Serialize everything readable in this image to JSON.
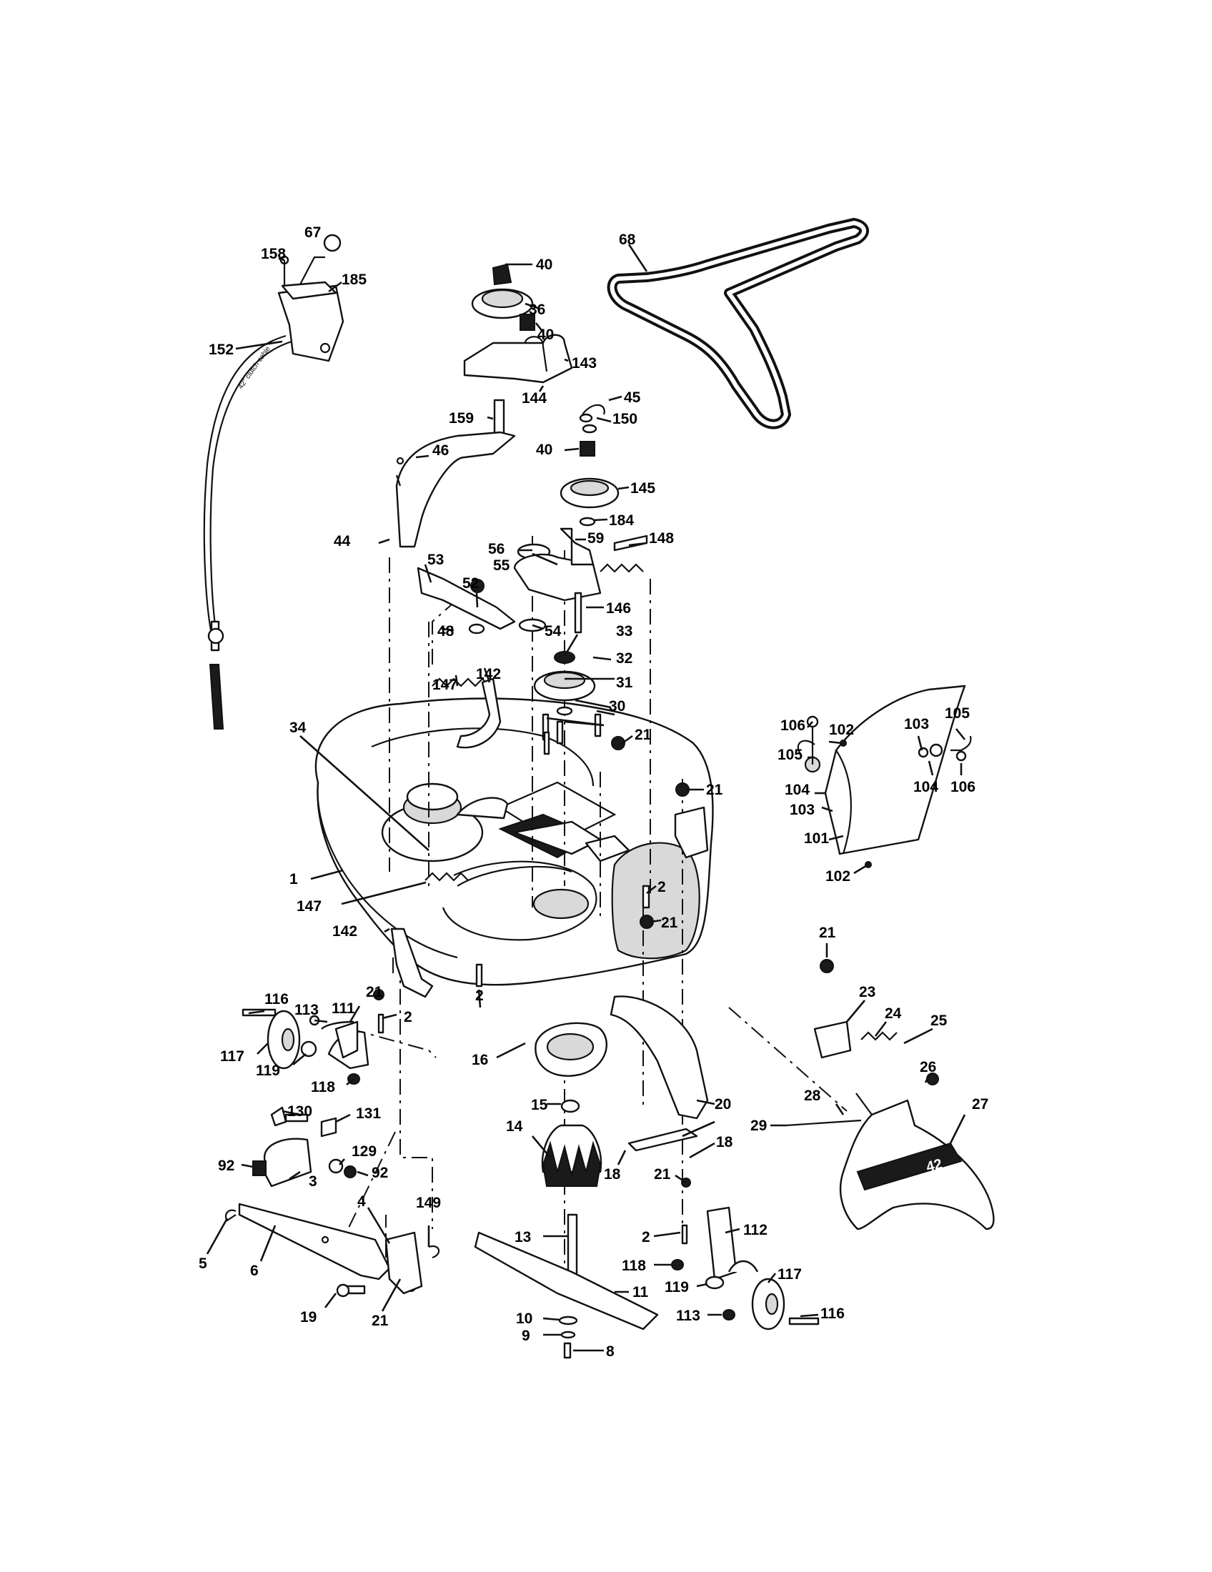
{
  "callouts": [
    {
      "label": "67"
    },
    {
      "label": "158"
    },
    {
      "label": "185"
    },
    {
      "label": "152"
    },
    {
      "label": "40"
    },
    {
      "label": "36"
    },
    {
      "label": "40"
    },
    {
      "label": "143"
    },
    {
      "label": "144"
    },
    {
      "label": "159"
    },
    {
      "label": "68"
    },
    {
      "label": "45"
    },
    {
      "label": "150"
    },
    {
      "label": "40"
    },
    {
      "label": "145"
    },
    {
      "label": "184"
    },
    {
      "label": "46"
    },
    {
      "label": "44"
    },
    {
      "label": "56"
    },
    {
      "label": "59"
    },
    {
      "label": "148"
    },
    {
      "label": "55"
    },
    {
      "label": "146"
    },
    {
      "label": "53"
    },
    {
      "label": "52"
    },
    {
      "label": "48"
    },
    {
      "label": "54"
    },
    {
      "label": "33"
    },
    {
      "label": "32"
    },
    {
      "label": "31"
    },
    {
      "label": "30"
    },
    {
      "label": "147"
    },
    {
      "label": "142"
    },
    {
      "label": "34"
    },
    {
      "label": "21"
    },
    {
      "label": "21"
    },
    {
      "label": "106"
    },
    {
      "label": "102"
    },
    {
      "label": "103"
    },
    {
      "label": "105"
    },
    {
      "label": "105"
    },
    {
      "label": "104"
    },
    {
      "label": "103"
    },
    {
      "label": "104"
    },
    {
      "label": "106"
    },
    {
      "label": "101"
    },
    {
      "label": "102"
    },
    {
      "label": "1"
    },
    {
      "label": "147"
    },
    {
      "label": "2"
    },
    {
      "label": "21"
    },
    {
      "label": "142"
    },
    {
      "label": "21"
    },
    {
      "label": "23"
    },
    {
      "label": "24"
    },
    {
      "label": "25"
    },
    {
      "label": "116"
    },
    {
      "label": "113"
    },
    {
      "label": "111"
    },
    {
      "label": "21"
    },
    {
      "label": "2"
    },
    {
      "label": "117"
    },
    {
      "label": "119"
    },
    {
      "label": "118"
    },
    {
      "label": "2"
    },
    {
      "label": "16"
    },
    {
      "label": "15"
    },
    {
      "label": "14"
    },
    {
      "label": "26"
    },
    {
      "label": "28"
    },
    {
      "label": "27"
    },
    {
      "label": "29"
    },
    {
      "label": "20"
    },
    {
      "label": "18"
    },
    {
      "label": "18"
    },
    {
      "label": "21"
    },
    {
      "label": "130"
    },
    {
      "label": "131"
    },
    {
      "label": "129"
    },
    {
      "label": "92"
    },
    {
      "label": "92"
    },
    {
      "label": "3"
    },
    {
      "label": "4"
    },
    {
      "label": "149"
    },
    {
      "label": "5"
    },
    {
      "label": "6"
    },
    {
      "label": "19"
    },
    {
      "label": "21"
    },
    {
      "label": "13"
    },
    {
      "label": "112"
    },
    {
      "label": "2"
    },
    {
      "label": "118"
    },
    {
      "label": "119"
    },
    {
      "label": "117"
    },
    {
      "label": "11"
    },
    {
      "label": "10"
    },
    {
      "label": "9"
    },
    {
      "label": "8"
    },
    {
      "label": "113"
    },
    {
      "label": "116"
    }
  ],
  "decal_text": "42",
  "cable_text": "42\" clutch cable"
}
